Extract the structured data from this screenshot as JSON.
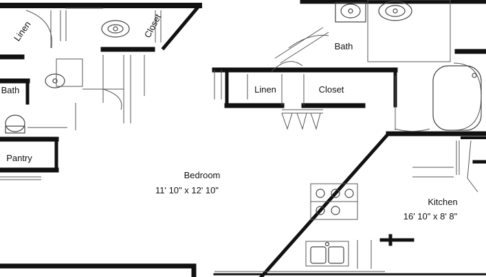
{
  "rooms": {
    "linen_left": "Linen",
    "closet_left": "Closet",
    "bath_left": "Bath",
    "pantry": "Pantry",
    "bedroom": "Bedroom",
    "bedroom_dims": "11' 10\" x 12' 10\"",
    "bath_right": "Bath",
    "linen_center": "Linen",
    "closet_center": "Closet",
    "kitchen": "Kitchen",
    "kitchen_dims": "16' 10\" x 8' 8\""
  },
  "colors": {
    "wall": "#111111",
    "fixture": "#555555",
    "background": "#ffffff"
  }
}
